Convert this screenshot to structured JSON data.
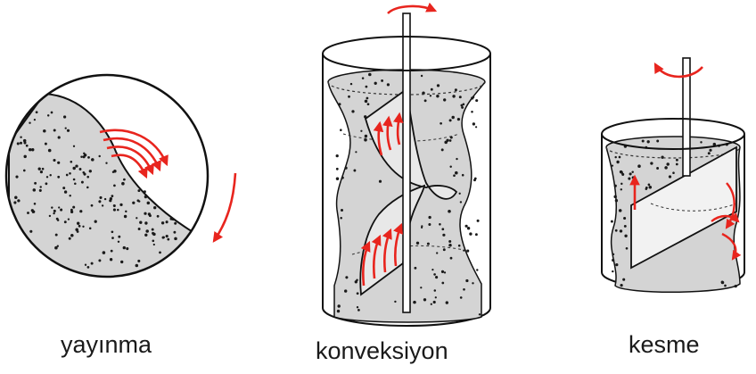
{
  "panels": [
    {
      "mechanism": "yayınma"
    },
    {
      "mechanism": "konveksiyon"
    },
    {
      "mechanism": "kesme"
    }
  ],
  "colors": {
    "powder_fill": "#d4d4d4",
    "particle": "#1a1a1a",
    "arrow": "#e8251e",
    "outline": "#111111"
  }
}
